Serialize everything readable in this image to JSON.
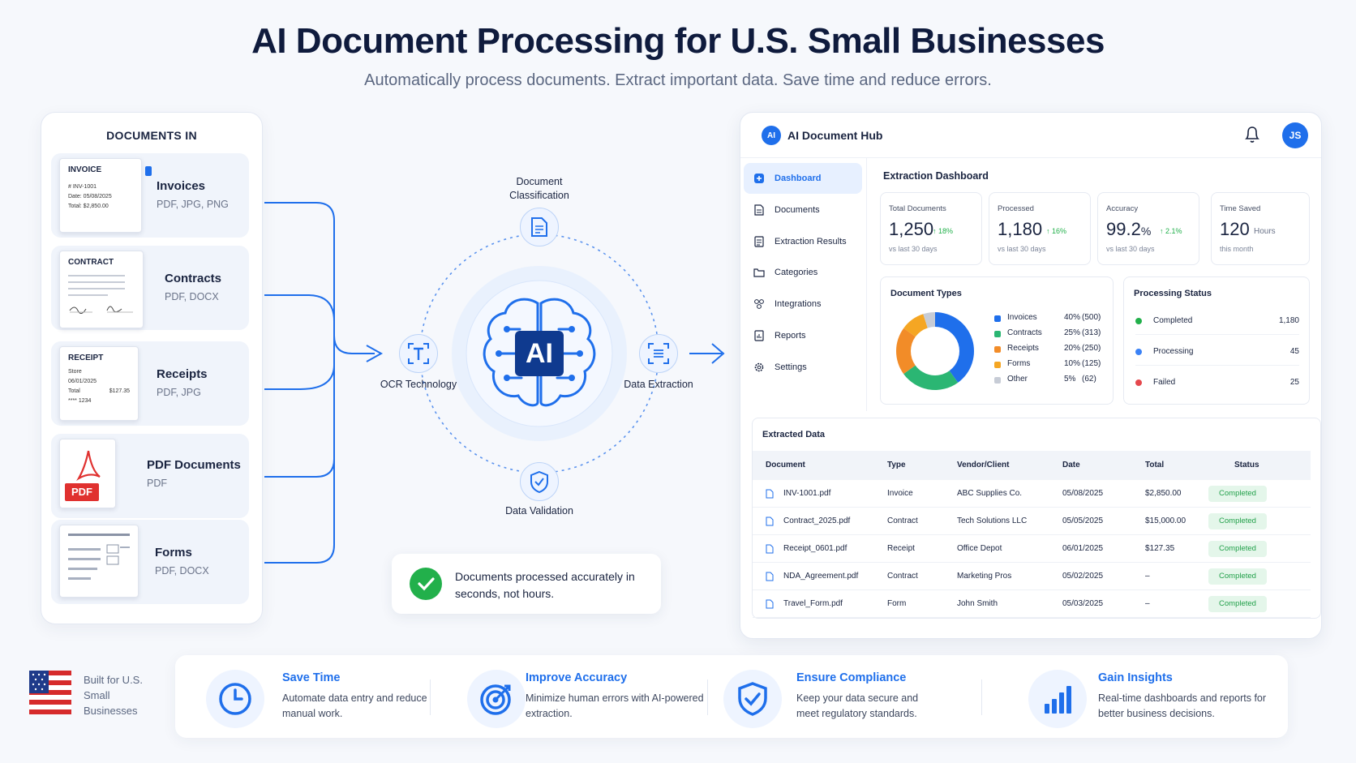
{
  "header": {
    "title": "AI Document Processing for U.S. Small Businesses",
    "subtitle": "Automatically process documents. Extract important data. Save time and reduce errors."
  },
  "documents_in": {
    "title": "DOCUMENTS IN",
    "items": [
      {
        "name": "Invoices",
        "types": "PDF, JPG, PNG",
        "thumb_title": "INVOICE",
        "thumb_lines": [
          "# INV-1001",
          "Date: 05/08/2025",
          "Total: $2,850.00"
        ]
      },
      {
        "name": "Contracts",
        "types": "PDF, DOCX",
        "thumb_title": "CONTRACT"
      },
      {
        "name": "Receipts",
        "types": "PDF, JPG",
        "thumb_title": "RECEIPT",
        "thumb_lines": [
          "Store",
          "06/01/2025",
          "Total",
          "$127.35",
          "**** 1234"
        ]
      },
      {
        "name": "PDF Documents",
        "types": "PDF",
        "thumb_title": "PDF"
      },
      {
        "name": "Forms",
        "types": "PDF, DOCX"
      }
    ]
  },
  "ai_process": {
    "center_label": "AI",
    "stages": {
      "classification": "Document Classification",
      "ocr": "OCR Technology",
      "extraction": "Data Extraction",
      "validation": "Data Validation"
    },
    "success_message": "Documents processed accurately in seconds, not hours."
  },
  "dashboard": {
    "app_title": "AI Document Hub",
    "avatar_initials": "JS",
    "sidebar": [
      {
        "label": "Dashboard",
        "icon": "dashboard-icon",
        "active": true
      },
      {
        "label": "Documents",
        "icon": "documents-icon"
      },
      {
        "label": "Extraction Results",
        "icon": "results-icon"
      },
      {
        "label": "Categories",
        "icon": "categories-icon"
      },
      {
        "label": "Integrations",
        "icon": "integrations-icon"
      },
      {
        "label": "Reports",
        "icon": "reports-icon"
      },
      {
        "label": "Settings",
        "icon": "settings-icon"
      }
    ],
    "section_title": "Extraction Dashboard",
    "stats": [
      {
        "label": "Total Documents",
        "value": "1,250",
        "delta": "↑ 18%",
        "sub": "vs last 30 days"
      },
      {
        "label": "Processed",
        "value": "1,180",
        "delta": "↑ 16%",
        "sub": "vs last 30 days"
      },
      {
        "label": "Accuracy",
        "value": "99.2",
        "unit": "%",
        "delta": "↑ 2.1%",
        "sub": "vs last 30 days"
      },
      {
        "label": "Time Saved",
        "value": "120",
        "unit": "Hours",
        "sub": "this month"
      }
    ],
    "document_types": {
      "title": "Document Types",
      "chart_data": {
        "type": "pie",
        "categories": [
          "Invoices",
          "Contracts",
          "Receipts",
          "Forms",
          "Other"
        ],
        "values": [
          500,
          313,
          250,
          125,
          62
        ],
        "percents": [
          "40%",
          "25%",
          "20%",
          "10%",
          "5%"
        ],
        "counts": [
          "(500)",
          "(313)",
          "(250)",
          "(125)",
          "(62)"
        ],
        "colors": [
          "#1f6feb",
          "#2bb673",
          "#f28c28",
          "#f5a623",
          "#c7ccd6"
        ]
      }
    },
    "processing_status": {
      "title": "Processing Status",
      "rows": [
        {
          "name": "Completed",
          "count": "1,180",
          "color": "#22b04b"
        },
        {
          "name": "Processing",
          "count": "45",
          "color": "#3b82f6"
        },
        {
          "name": "Failed",
          "count": "25",
          "color": "#e5484d"
        }
      ]
    },
    "extracted_data": {
      "title": "Extracted Data",
      "columns": [
        "Document",
        "Type",
        "Vendor/Client",
        "Date",
        "Total",
        "Status"
      ],
      "rows": [
        {
          "document": "INV-1001.pdf",
          "type": "Invoice",
          "vendor": "ABC Supplies Co.",
          "date": "05/08/2025",
          "total": "$2,850.00",
          "status": "Completed"
        },
        {
          "document": "Contract_2025.pdf",
          "type": "Contract",
          "vendor": "Tech Solutions LLC",
          "date": "05/05/2025",
          "total": "$15,000.00",
          "status": "Completed"
        },
        {
          "document": "Receipt_0601.pdf",
          "type": "Receipt",
          "vendor": "Office Depot",
          "date": "06/01/2025",
          "total": "$127.35",
          "status": "Completed"
        },
        {
          "document": "NDA_Agreement.pdf",
          "type": "Contract",
          "vendor": "Marketing Pros",
          "date": "05/02/2025",
          "total": "–",
          "status": "Completed"
        },
        {
          "document": "Travel_Form.pdf",
          "type": "Form",
          "vendor": "John Smith",
          "date": "05/03/2025",
          "total": "–",
          "status": "Completed"
        }
      ]
    }
  },
  "footer": {
    "built_for": "Built for U.S. Small Businesses",
    "benefits": [
      {
        "title": "Save Time",
        "text": "Automate data entry and reduce manual work.",
        "icon": "clock-icon"
      },
      {
        "title": "Improve Accuracy",
        "text": "Minimize human errors with AI-powered extraction.",
        "icon": "target-icon"
      },
      {
        "title": "Ensure Compliance",
        "text": "Keep your data secure and meet regulatory standards.",
        "icon": "shield-check-icon"
      },
      {
        "title": "Gain Insights",
        "text": "Real-time dashboards and reports for better business decisions.",
        "icon": "bar-chart-icon"
      }
    ]
  },
  "colors": {
    "accent": "#1f6feb",
    "success": "#22b04b",
    "navy": "#0f1b3d"
  }
}
